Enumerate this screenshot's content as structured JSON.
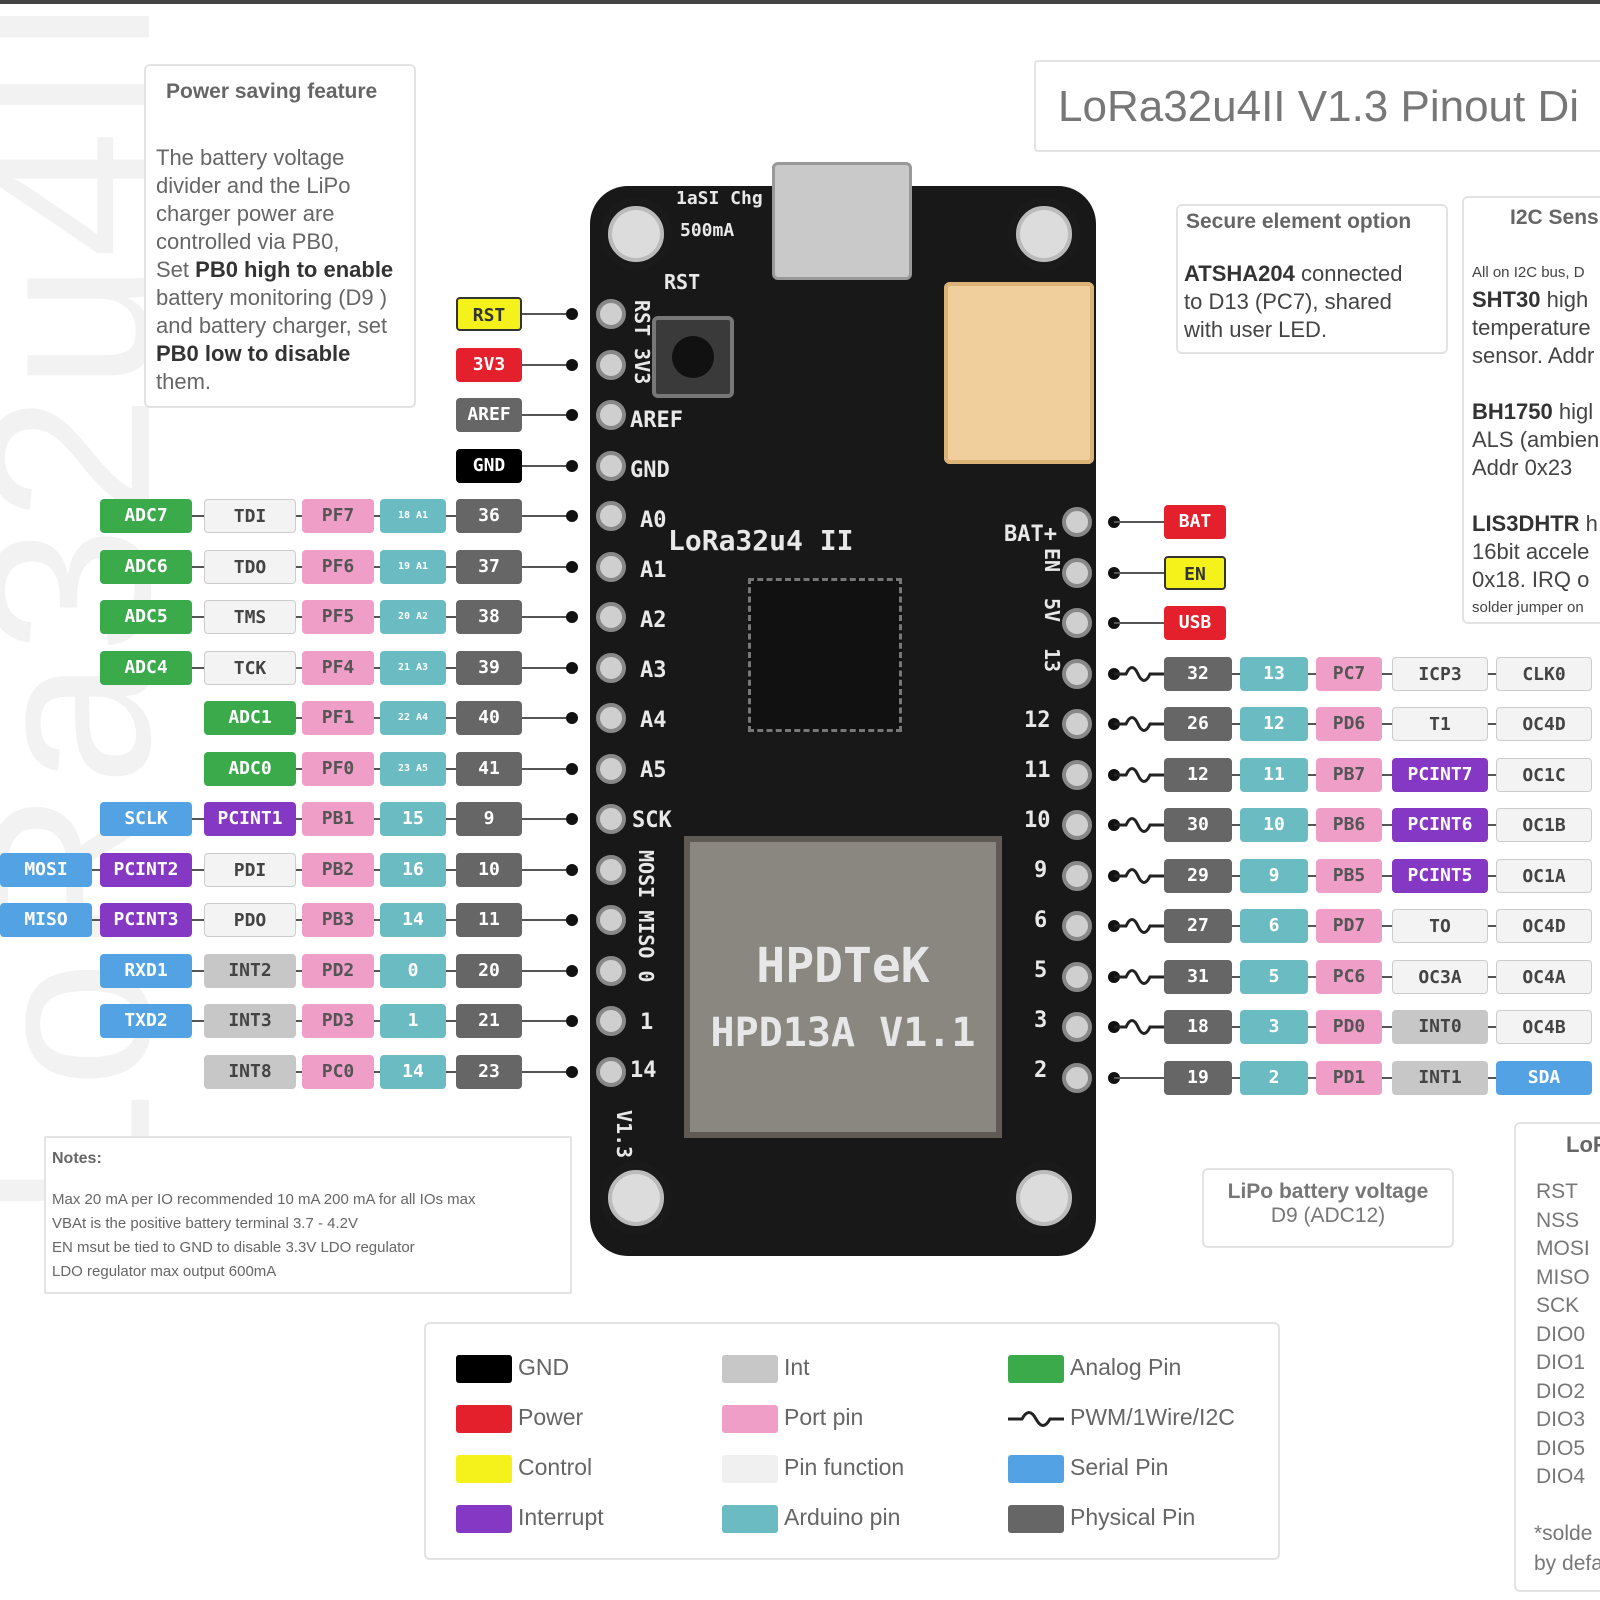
{
  "title": "LoRa32u4II V1.3 Pinout Di",
  "power_box": {
    "heading": "Power saving feature",
    "lines": [
      "The battery voltage",
      "divider and the LiPo",
      "charger power are",
      "controlled via PB0,",
      "Set ",
      "PB0 high to enable",
      "battery monitoring (D9 )",
      "and battery charger, set",
      "PB0 low to disable",
      "them."
    ]
  },
  "secure_box": {
    "heading": "Secure element option",
    "bold": "ATSHA204",
    "rest": [
      " connected",
      "to D13 (PC7), shared",
      "with user LED."
    ]
  },
  "i2c_box": {
    "heading": "I2C Sens",
    "intro": "All on I2C bus, D",
    "s1_bold": "SHT30",
    "s1_rest": [
      " high",
      "temperature",
      "sensor. Addr"
    ],
    "s2_bold": "BH1750",
    "s2_rest": [
      " higl",
      "ALS (ambien",
      "Addr 0x23"
    ],
    "s3_bold": "LIS3DHTR",
    "s3_rest": [
      " h",
      "16bit  accele",
      "0x18. IRQ o",
      "solder jumper on"
    ]
  },
  "notes": {
    "heading": "Notes:",
    "lines": [
      "Max 20 mA per IO recommended 10 mA 200 mA for all IOs max",
      "VBAt is the positive battery terminal 3.7 - 4.2V",
      "EN msut be tied to GND to disable 3.3V LDO regulator",
      "LDO regulator max output 600mA"
    ]
  },
  "lipo_box": {
    "line1": "LiPo battery voltage",
    "line2": "D9 (ADC12)"
  },
  "lora_box": {
    "heading": "LoF",
    "items": [
      "RST",
      "NSS",
      "MOSI",
      "MISO",
      "SCK",
      "DIO0",
      "DIO1",
      "DIO2",
      "DIO3",
      "DIO5",
      "DIO4"
    ],
    "footer1": "*solde",
    "footer2": "by defa"
  },
  "legend": [
    {
      "label": "GND",
      "color": "#000000"
    },
    {
      "label": "Power",
      "color": "#e3202b"
    },
    {
      "label": "Control",
      "color": "#f4f21a"
    },
    {
      "label": "Interrupt",
      "color": "#8438c4"
    },
    {
      "label": "Int",
      "color": "#c7c7c7"
    },
    {
      "label": "Port pin",
      "color": "#ef9ec8"
    },
    {
      "label": "Pin function",
      "color": "#f0f0f0"
    },
    {
      "label": "Arduino pin",
      "color": "#6bbcc2"
    },
    {
      "label": "Analog Pin",
      "color": "#3aaa4a"
    },
    {
      "label": "PWM/1Wire/I2C",
      "color": "pwm-wave-icon"
    },
    {
      "label": "Serial Pin",
      "color": "#53a3e4"
    },
    {
      "label": "Physical Pin",
      "color": "#666666"
    }
  ],
  "board": {
    "name": "LoRa32u4 II",
    "module_brand": "HPDTeK",
    "module_model": "HPD13A V1.1",
    "reset_label": "RST",
    "charge_label": "1aSI Chg",
    "charge_label2": "500mA",
    "left_silk": [
      "RST 3V3",
      "AREF",
      "GND",
      "A0",
      "A1",
      "A2",
      "A3",
      "A4",
      "A5",
      "SCK",
      "MOSI MISO 0",
      "1",
      "14",
      "V1.3"
    ],
    "right_silk": [
      "BAT+",
      "EN",
      "5V",
      "13",
      "12",
      "11",
      "10",
      "9",
      "6",
      "5",
      "3",
      "2"
    ]
  },
  "left_rows": [
    {
      "chips": [
        {
          "t": "RST",
          "c": "control"
        }
      ]
    },
    {
      "chips": [
        {
          "t": "3V3",
          "c": "power"
        }
      ]
    },
    {
      "chips": [
        {
          "t": "AREF",
          "c": "physical"
        }
      ]
    },
    {
      "chips": [
        {
          "t": "GND",
          "c": "gnd"
        }
      ]
    },
    {
      "chips": [
        {
          "t": "ADC7",
          "c": "analog"
        },
        {
          "t": "TDI",
          "c": "func"
        },
        {
          "t": "PF7",
          "c": "port"
        },
        {
          "t": "18 A1",
          "c": "arduino small"
        },
        {
          "t": "36",
          "c": "physical"
        }
      ]
    },
    {
      "chips": [
        {
          "t": "ADC6",
          "c": "analog"
        },
        {
          "t": "TDO",
          "c": "func"
        },
        {
          "t": "PF6",
          "c": "port"
        },
        {
          "t": "19 A1",
          "c": "arduino small"
        },
        {
          "t": "37",
          "c": "physical"
        }
      ]
    },
    {
      "chips": [
        {
          "t": "ADC5",
          "c": "analog"
        },
        {
          "t": "TMS",
          "c": "func"
        },
        {
          "t": "PF5",
          "c": "port"
        },
        {
          "t": "20 A2",
          "c": "arduino small"
        },
        {
          "t": "38",
          "c": "physical"
        }
      ]
    },
    {
      "chips": [
        {
          "t": "ADC4",
          "c": "analog"
        },
        {
          "t": "TCK",
          "c": "func"
        },
        {
          "t": "PF4",
          "c": "port"
        },
        {
          "t": "21 A3",
          "c": "arduino small"
        },
        {
          "t": "39",
          "c": "physical"
        }
      ]
    },
    {
      "chips": [
        {
          "t": "ADC1",
          "c": "analog"
        },
        {
          "t": "PF1",
          "c": "port"
        },
        {
          "t": "22 A4",
          "c": "arduino small"
        },
        {
          "t": "40",
          "c": "physical"
        }
      ]
    },
    {
      "chips": [
        {
          "t": "ADC0",
          "c": "analog"
        },
        {
          "t": "PF0",
          "c": "port"
        },
        {
          "t": "23 A5",
          "c": "arduino small"
        },
        {
          "t": "41",
          "c": "physical"
        }
      ]
    },
    {
      "chips": [
        {
          "t": "SCLK",
          "c": "serial"
        },
        {
          "t": "PCINT1",
          "c": "interrupt"
        },
        {
          "t": "PB1",
          "c": "port"
        },
        {
          "t": "15",
          "c": "arduino"
        },
        {
          "t": "9",
          "c": "physical"
        }
      ]
    },
    {
      "chips": [
        {
          "t": "MOSI",
          "c": "serial"
        },
        {
          "t": "PCINT2",
          "c": "interrupt"
        },
        {
          "t": "PDI",
          "c": "func"
        },
        {
          "t": "PB2",
          "c": "port"
        },
        {
          "t": "16",
          "c": "arduino"
        },
        {
          "t": "10",
          "c": "physical"
        }
      ]
    },
    {
      "chips": [
        {
          "t": "MISO",
          "c": "serial"
        },
        {
          "t": "PCINT3",
          "c": "interrupt"
        },
        {
          "t": "PDO",
          "c": "func"
        },
        {
          "t": "PB3",
          "c": "port"
        },
        {
          "t": "14",
          "c": "arduino"
        },
        {
          "t": "11",
          "c": "physical"
        }
      ]
    },
    {
      "chips": [
        {
          "t": "RXD1",
          "c": "serial"
        },
        {
          "t": "INT2",
          "c": "int"
        },
        {
          "t": "PD2",
          "c": "port"
        },
        {
          "t": "0",
          "c": "arduino"
        },
        {
          "t": "20",
          "c": "physical"
        }
      ]
    },
    {
      "chips": [
        {
          "t": "TXD2",
          "c": "serial"
        },
        {
          "t": "INT3",
          "c": "int"
        },
        {
          "t": "PD3",
          "c": "port"
        },
        {
          "t": "1",
          "c": "arduino"
        },
        {
          "t": "21",
          "c": "physical"
        }
      ]
    },
    {
      "chips": [
        {
          "t": "INT8",
          "c": "int"
        },
        {
          "t": "PC0",
          "c": "port"
        },
        {
          "t": "14",
          "c": "arduino"
        },
        {
          "t": "23",
          "c": "physical"
        }
      ]
    }
  ],
  "right_rows": [
    {
      "pwm": false,
      "chips": [
        {
          "t": "BAT",
          "c": "power"
        }
      ]
    },
    {
      "pwm": false,
      "chips": [
        {
          "t": "EN",
          "c": "control"
        }
      ]
    },
    {
      "pwm": false,
      "chips": [
        {
          "t": "USB",
          "c": "power"
        }
      ]
    },
    {
      "pwm": true,
      "chips": [
        {
          "t": "32",
          "c": "physical"
        },
        {
          "t": "13",
          "c": "arduino"
        },
        {
          "t": "PC7",
          "c": "port"
        },
        {
          "t": "ICP3",
          "c": "func"
        },
        {
          "t": "CLK0",
          "c": "func"
        }
      ]
    },
    {
      "pwm": true,
      "chips": [
        {
          "t": "26",
          "c": "physical"
        },
        {
          "t": "12",
          "c": "arduino"
        },
        {
          "t": "PD6",
          "c": "port"
        },
        {
          "t": "T1",
          "c": "func"
        },
        {
          "t": "OC4D",
          "c": "func"
        }
      ]
    },
    {
      "pwm": true,
      "chips": [
        {
          "t": "12",
          "c": "physical"
        },
        {
          "t": "11",
          "c": "arduino"
        },
        {
          "t": "PB7",
          "c": "port"
        },
        {
          "t": "PCINT7",
          "c": "interrupt"
        },
        {
          "t": "OC1C",
          "c": "func"
        }
      ]
    },
    {
      "pwm": true,
      "chips": [
        {
          "t": "30",
          "c": "physical"
        },
        {
          "t": "10",
          "c": "arduino"
        },
        {
          "t": "PB6",
          "c": "port"
        },
        {
          "t": "PCINT6",
          "c": "interrupt"
        },
        {
          "t": "OC1B",
          "c": "func"
        }
      ]
    },
    {
      "pwm": true,
      "chips": [
        {
          "t": "29",
          "c": "physical"
        },
        {
          "t": "9",
          "c": "arduino"
        },
        {
          "t": "PB5",
          "c": "port"
        },
        {
          "t": "PCINT5",
          "c": "interrupt"
        },
        {
          "t": "OC1A",
          "c": "func"
        }
      ]
    },
    {
      "pwm": true,
      "chips": [
        {
          "t": "27",
          "c": "physical"
        },
        {
          "t": "6",
          "c": "arduino"
        },
        {
          "t": "PD7",
          "c": "port"
        },
        {
          "t": "TO",
          "c": "func"
        },
        {
          "t": "OC4D",
          "c": "func"
        }
      ]
    },
    {
      "pwm": true,
      "chips": [
        {
          "t": "31",
          "c": "physical"
        },
        {
          "t": "5",
          "c": "arduino"
        },
        {
          "t": "PC6",
          "c": "port"
        },
        {
          "t": "OC3A",
          "c": "func"
        },
        {
          "t": "OC4A",
          "c": "func"
        }
      ]
    },
    {
      "pwm": true,
      "chips": [
        {
          "t": "18",
          "c": "physical"
        },
        {
          "t": "3",
          "c": "arduino"
        },
        {
          "t": "PD0",
          "c": "port"
        },
        {
          "t": "INT0",
          "c": "int"
        },
        {
          "t": "OC4B",
          "c": "func"
        }
      ]
    },
    {
      "pwm": false,
      "chips": [
        {
          "t": "19",
          "c": "physical"
        },
        {
          "t": "2",
          "c": "arduino"
        },
        {
          "t": "PD1",
          "c": "port"
        },
        {
          "t": "INT1",
          "c": "int"
        },
        {
          "t": "SDA",
          "c": "serial"
        }
      ]
    }
  ]
}
